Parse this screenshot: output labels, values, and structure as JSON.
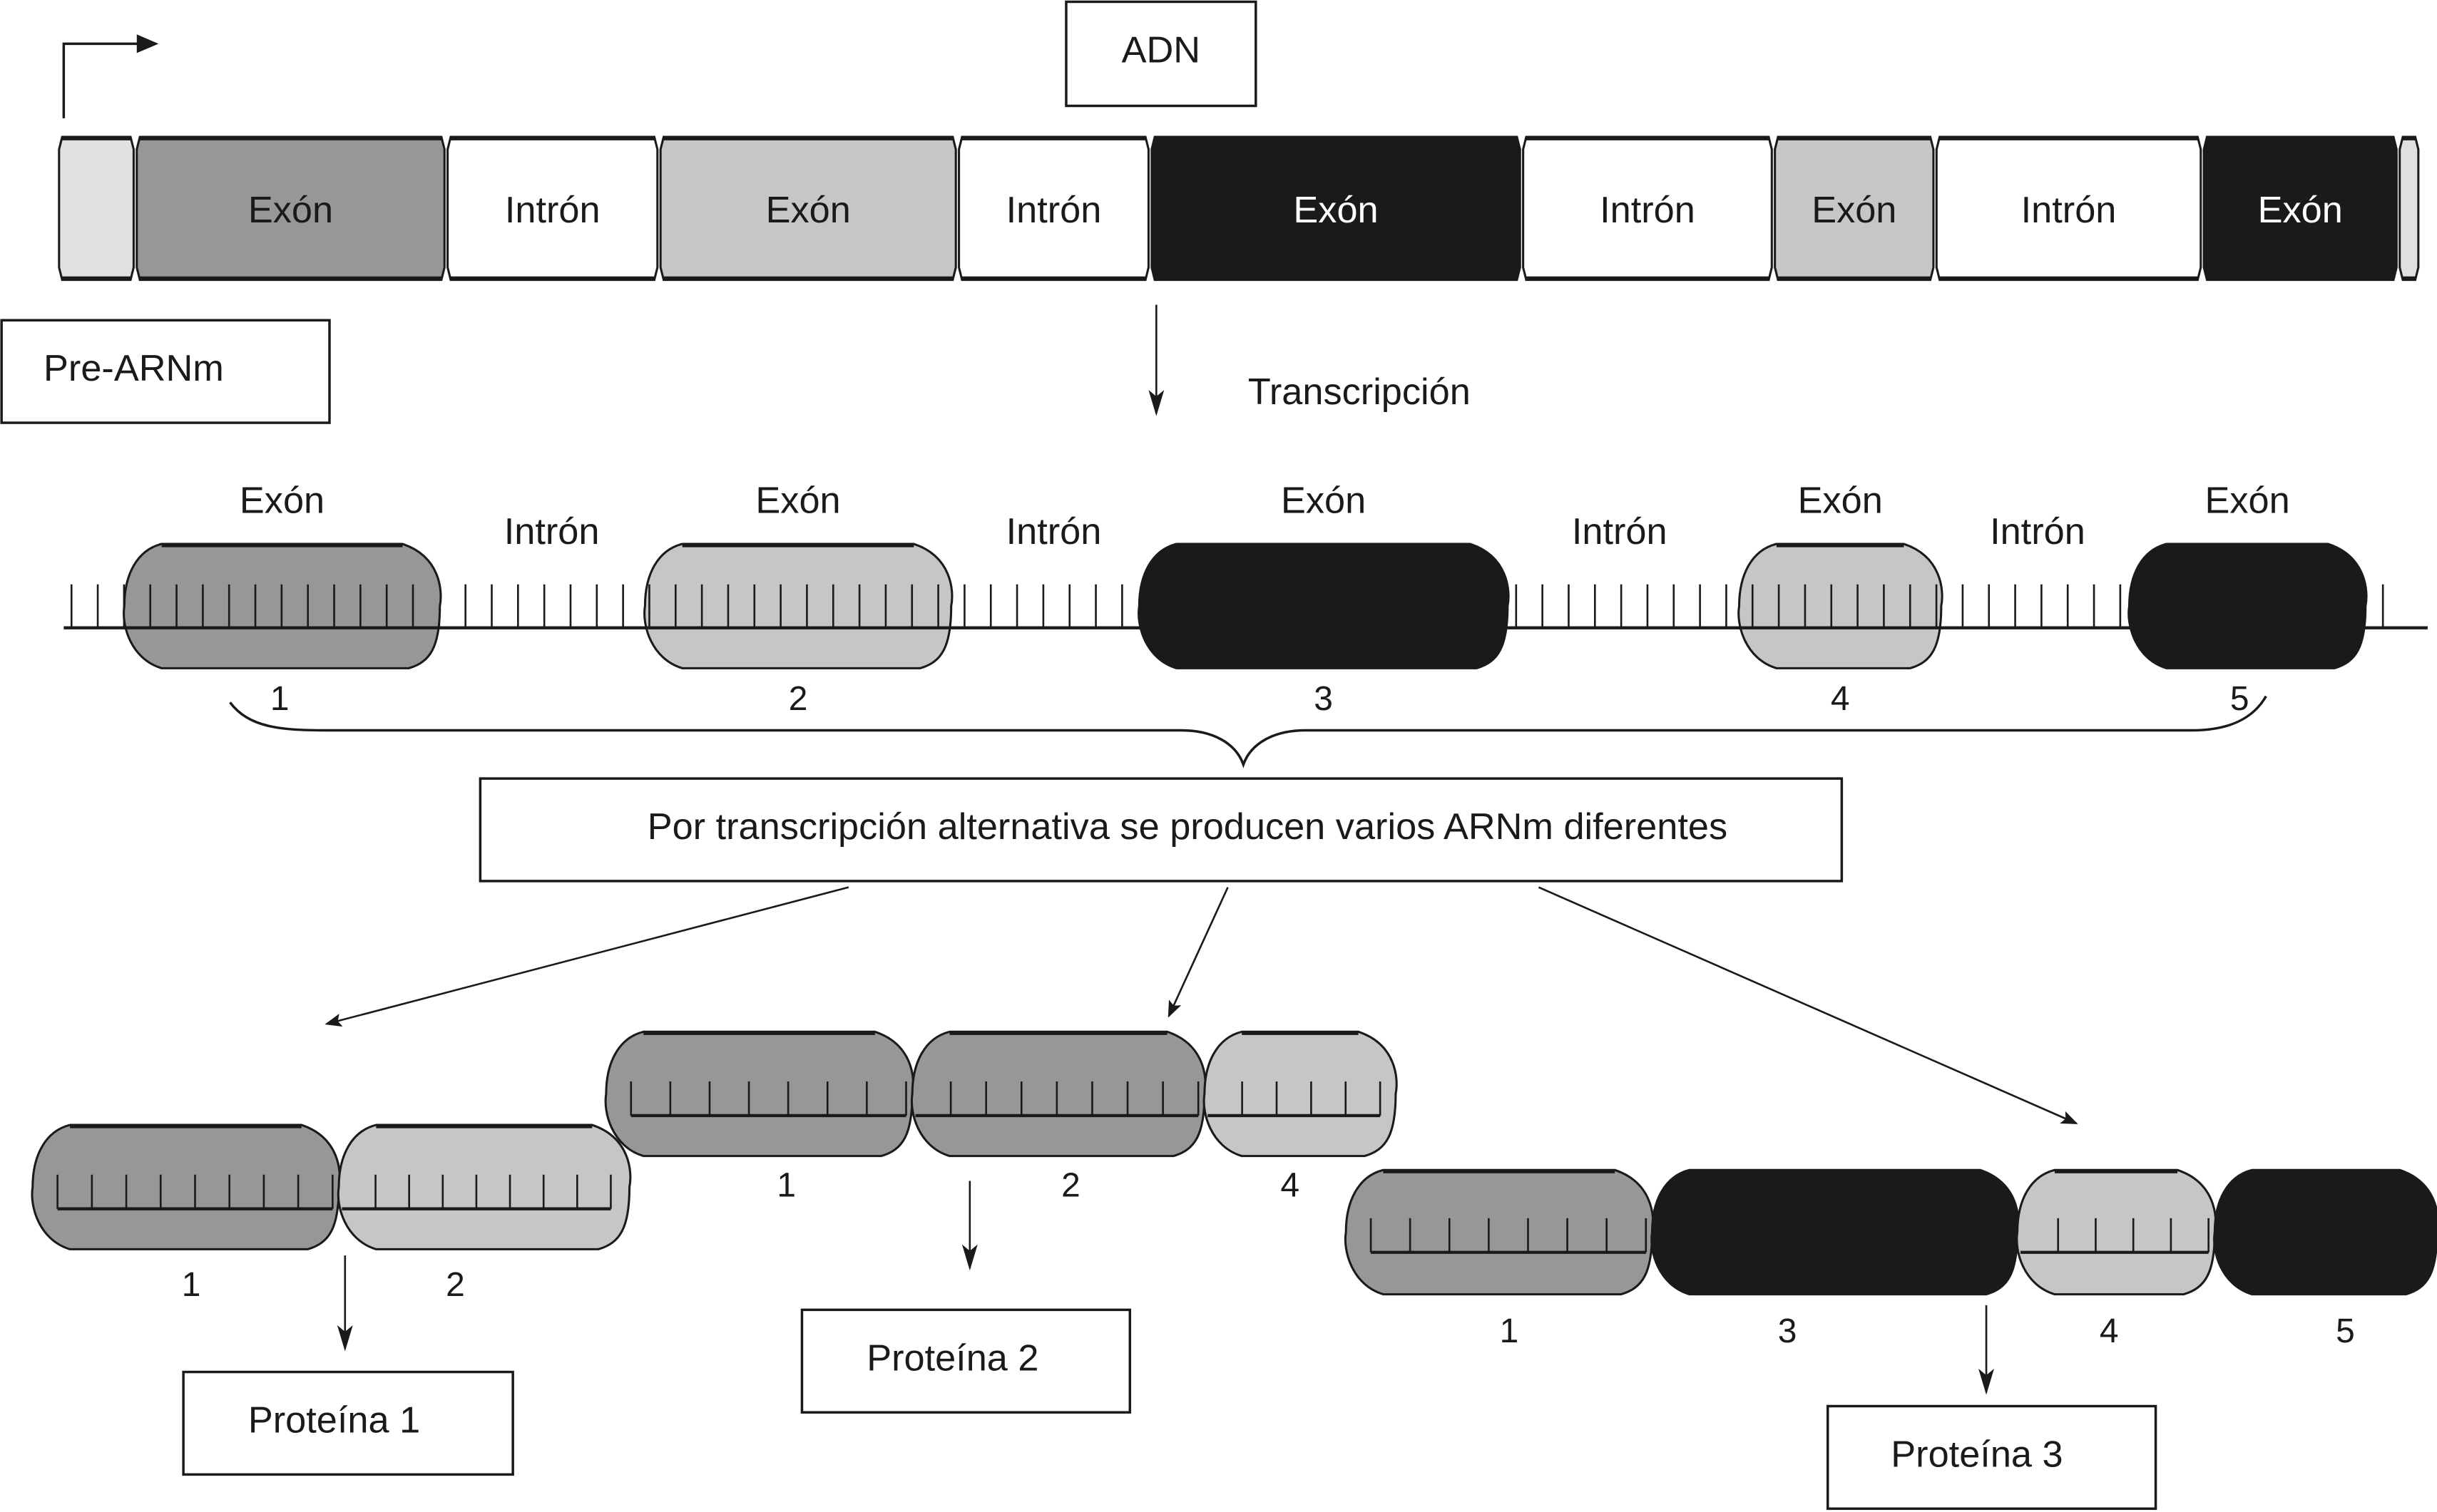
{
  "colors": {
    "exon_dark_gray": "#979797",
    "exon_light_gray": "#c6c6c6",
    "exon_black": "#1a1a1a",
    "intron_white": "#ffffff",
    "utr_pale": "#e0e0e0",
    "outline": "#1a1a1a"
  },
  "labels": {
    "adn": "ADN",
    "pre_arnm": "Pre-ARNm",
    "transcripcion": "Transcripción",
    "explanation": "Por transcripción alternativa se producen varios ARNm diferentes"
  },
  "dna_segments": [
    {
      "type": "utr",
      "label": ""
    },
    {
      "type": "exon",
      "label": "Exón",
      "shade": "dark_gray"
    },
    {
      "type": "intron",
      "label": "Intrón"
    },
    {
      "type": "exon",
      "label": "Exón",
      "shade": "light_gray"
    },
    {
      "type": "intron",
      "label": "Intrón"
    },
    {
      "type": "exon",
      "label": "Exón",
      "shade": "black"
    },
    {
      "type": "intron",
      "label": "Intrón"
    },
    {
      "type": "exon",
      "label": "Exón",
      "shade": "light_gray"
    },
    {
      "type": "intron",
      "label": "Intrón"
    },
    {
      "type": "exon",
      "label": "Exón",
      "shade": "black"
    },
    {
      "type": "utr",
      "label": ""
    }
  ],
  "pre_mrna": {
    "exon_label": "Exón",
    "intron_label": "Intrón",
    "exons": [
      {
        "number": "1",
        "shade": "dark_gray"
      },
      {
        "number": "2",
        "shade": "light_gray"
      },
      {
        "number": "3",
        "shade": "black"
      },
      {
        "number": "4",
        "shade": "light_gray"
      },
      {
        "number": "5",
        "shade": "black"
      }
    ]
  },
  "mrnas": [
    {
      "exons": [
        {
          "number": "1",
          "shade": "dark_gray"
        },
        {
          "number": "2",
          "shade": "light_gray"
        }
      ],
      "protein": "Proteína 1"
    },
    {
      "exons": [
        {
          "number": "1",
          "shade": "dark_gray"
        },
        {
          "number": "2",
          "shade": "dark_gray"
        },
        {
          "number": "4",
          "shade": "light_gray"
        }
      ],
      "protein": "Proteína 2"
    },
    {
      "exons": [
        {
          "number": "1",
          "shade": "dark_gray"
        },
        {
          "number": "3",
          "shade": "black"
        },
        {
          "number": "4",
          "shade": "light_gray"
        },
        {
          "number": "5",
          "shade": "black"
        }
      ],
      "protein": "Proteína 3"
    }
  ]
}
